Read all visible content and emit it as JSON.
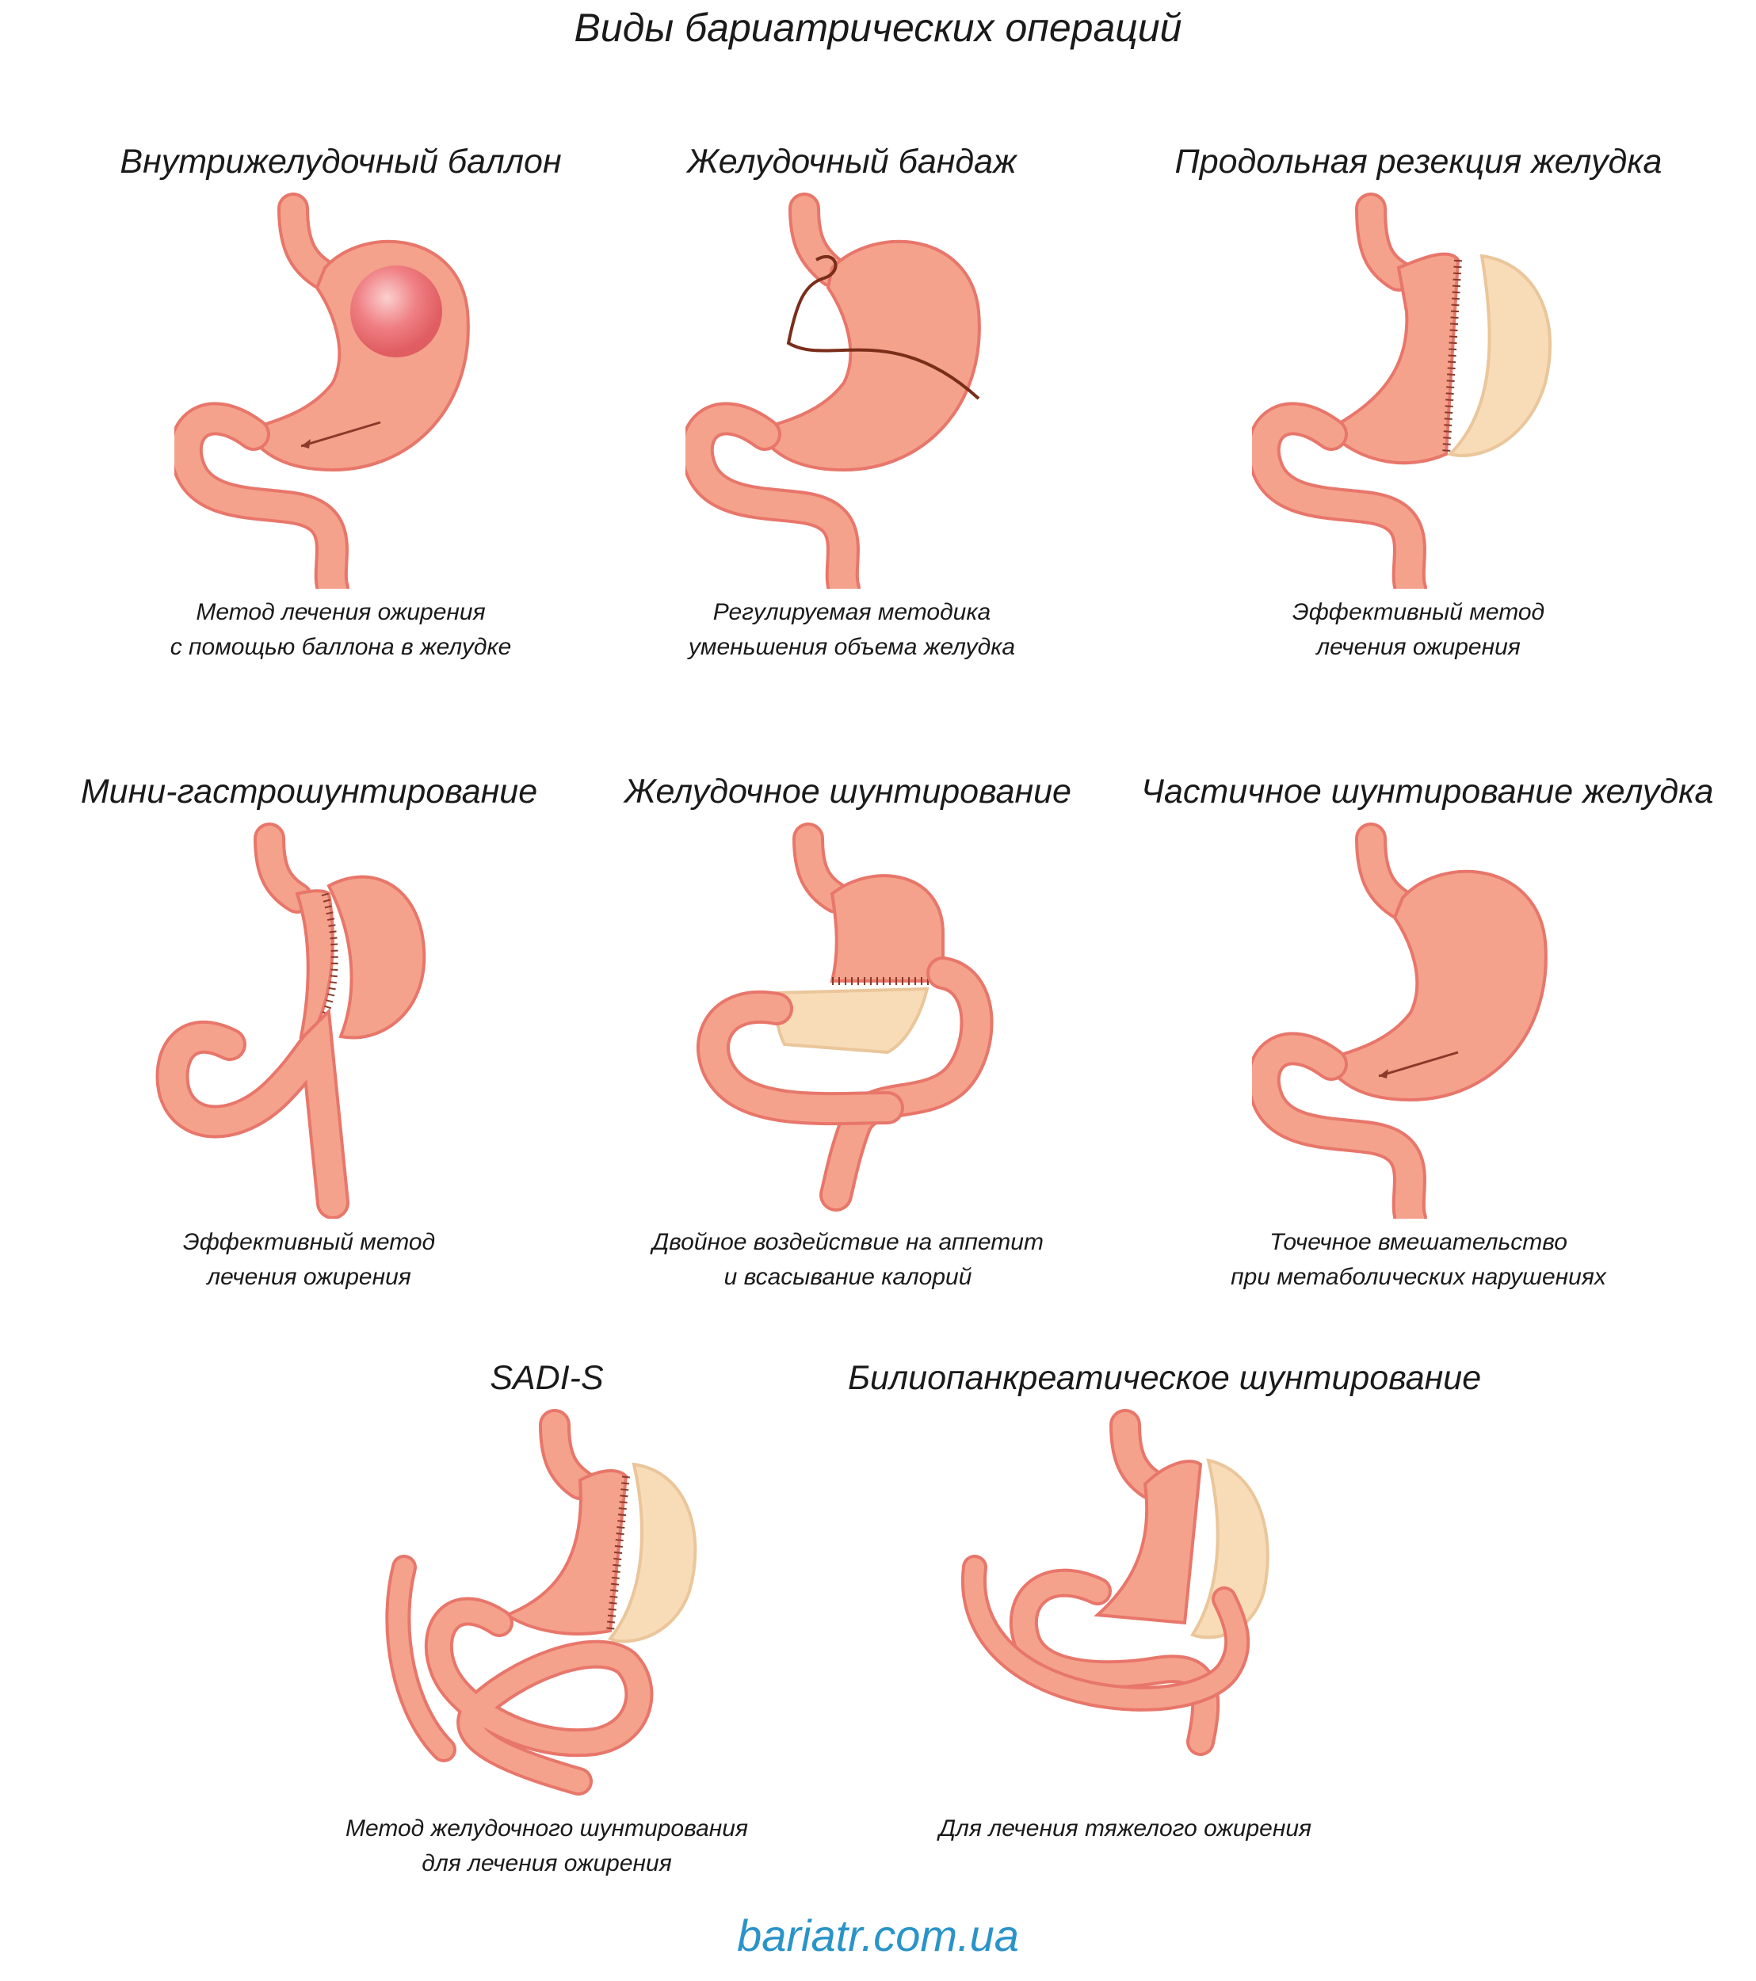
{
  "title": "Виды бариатрических операций",
  "colors": {
    "stomach": "#f4a28c",
    "outline": "#e8766a",
    "arrow": "#8a3a2a",
    "removed": "#f8dcb8",
    "balloon": "#ec6f75",
    "link": "#2a94c9"
  },
  "panels": [
    {
      "title": "Внутрижелудочный баллон",
      "caption_lines": [
        "Метод лечения ожирения",
        "с помощью баллона в желудке"
      ]
    },
    {
      "title": "Желудочный бандаж",
      "caption_lines": [
        "Регулируемая методика",
        "уменьшения объема желудка"
      ]
    },
    {
      "title": "Продольная резекция желудка",
      "caption_lines": [
        "Эффективный метод",
        "лечения ожирения"
      ]
    },
    {
      "title": "Мини-гастрошунтирование",
      "caption_lines": [
        "Эффективный метод",
        "лечения ожирения"
      ]
    },
    {
      "title": "Желудочное шунтирование",
      "caption_lines": [
        "Двойное воздействие на аппетит",
        "и всасывание калорий"
      ]
    },
    {
      "title": "Частичное шунтирование желудка",
      "caption_lines": [
        "Точечное вмешательство",
        "при метаболических нарушениях"
      ]
    },
    {
      "title": "SADI-S",
      "caption_lines": [
        "Метод желудочного шунтирования",
        "для лечения ожирения"
      ]
    },
    {
      "title": "Билиопанкреатическое шунтирование",
      "caption_lines": [
        "Для лечения тяжелого ожирения"
      ]
    }
  ],
  "footer": "bariatr.com.ua"
}
